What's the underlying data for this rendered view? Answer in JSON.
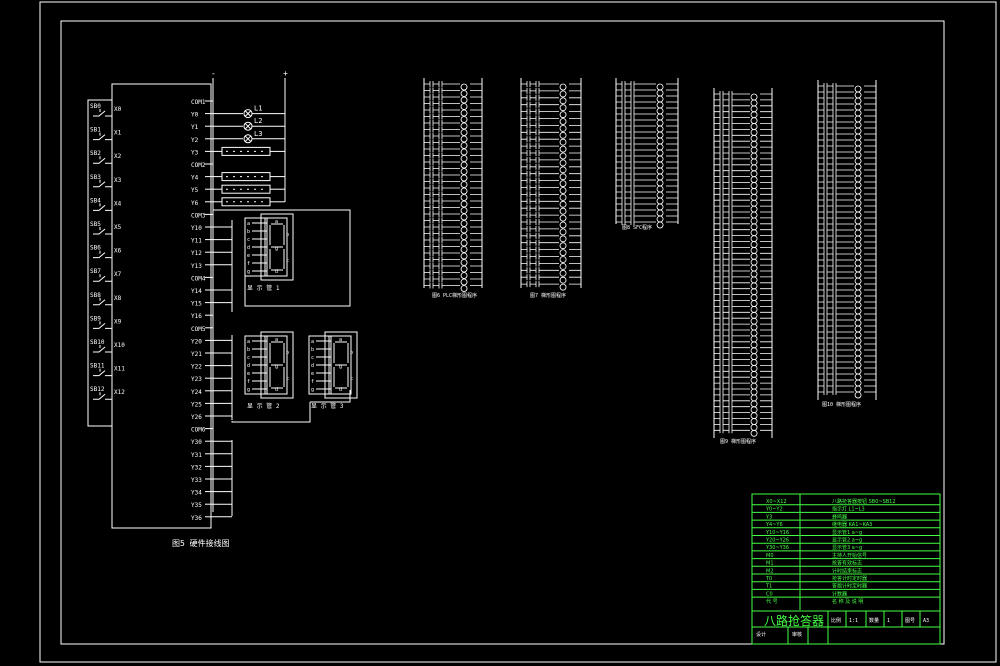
{
  "plc": {
    "inputs": [
      {
        "sb": "SB0",
        "x": "X0"
      },
      {
        "sb": "SB1",
        "x": "X1"
      },
      {
        "sb": "SB2",
        "x": "X2"
      },
      {
        "sb": "SB3",
        "x": "X3"
      },
      {
        "sb": "SB4",
        "x": "X4"
      },
      {
        "sb": "SB5",
        "x": "X5"
      },
      {
        "sb": "SB6",
        "x": "X6"
      },
      {
        "sb": "SB7",
        "x": "X7"
      },
      {
        "sb": "SB8",
        "x": "X8"
      },
      {
        "sb": "SB9",
        "x": "X9"
      },
      {
        "sb": "SB10",
        "x": "X10"
      },
      {
        "sb": "SB11",
        "x": "X11"
      },
      {
        "sb": "SB12",
        "x": "X12"
      }
    ],
    "outputs": [
      "COM1",
      "Y0",
      "Y1",
      "Y2",
      "Y3",
      "COM2",
      "Y4",
      "Y5",
      "Y6",
      "COM3",
      "Y10",
      "Y11",
      "Y12",
      "Y13",
      "COM4",
      "Y14",
      "Y15",
      "Y16",
      "COM5",
      "Y20",
      "Y21",
      "Y22",
      "Y23",
      "Y24",
      "Y25",
      "Y26",
      "COM6",
      "Y30",
      "Y31",
      "Y32",
      "Y33",
      "Y34",
      "Y35",
      "Y36"
    ],
    "lamps": [
      "L1",
      "L2",
      "L3"
    ],
    "seg_pins": [
      "a",
      "b",
      "c",
      "d",
      "e",
      "f",
      "g"
    ],
    "seg_letters": {
      "top": "a",
      "side_b": "b",
      "mid": "g",
      "side_c": "c",
      "bottom": "d"
    },
    "seg_captions": [
      "显 示 管 1",
      "显 示 管 2",
      "显 示 管 3"
    ],
    "caption": "图5  硬件接线图",
    "rail_minus": "-",
    "rail_plus": "+"
  },
  "ladders": [
    {
      "caption": "图6  PLC梯形图程序"
    },
    {
      "caption": "图7  梯形图程序"
    },
    {
      "caption": "图8  SFC程序"
    },
    {
      "caption": "图9  梯形图程序"
    },
    {
      "caption": "图10  梯形图程序"
    }
  ],
  "legend": {
    "rows": [
      {
        "code": "X0~X12",
        "desc": "八路抢答器按钮 SB0~SB12"
      },
      {
        "code": "Y0~Y2",
        "desc": "指示灯 L1~L3"
      },
      {
        "code": "Y3",
        "desc": "蜂鸣器"
      },
      {
        "code": "Y4~Y6",
        "desc": "继电器 KA1~KA3"
      },
      {
        "code": "Y10~Y16",
        "desc": "显示管1 a~g"
      },
      {
        "code": "Y20~Y26",
        "desc": "显示管2 a~g"
      },
      {
        "code": "Y30~Y36",
        "desc": "显示管3 a~g"
      },
      {
        "code": "M0",
        "desc": "主持人开始信号"
      },
      {
        "code": "M1",
        "desc": "抢答有效标志"
      },
      {
        "code": "M2",
        "desc": "计时结束标志"
      },
      {
        "code": "T0",
        "desc": "抢答计时定时器"
      },
      {
        "code": "T1",
        "desc": "答题计时定时器"
      },
      {
        "code": "C0",
        "desc": "计数器"
      }
    ],
    "header": {
      "code": "代 号",
      "desc": "名 称 及 说 明"
    },
    "title": "八路抢答器",
    "info": [
      "比例",
      "1:1",
      "数量",
      "1",
      "图号",
      "A3"
    ],
    "bottom": [
      "设计",
      "审核"
    ]
  }
}
